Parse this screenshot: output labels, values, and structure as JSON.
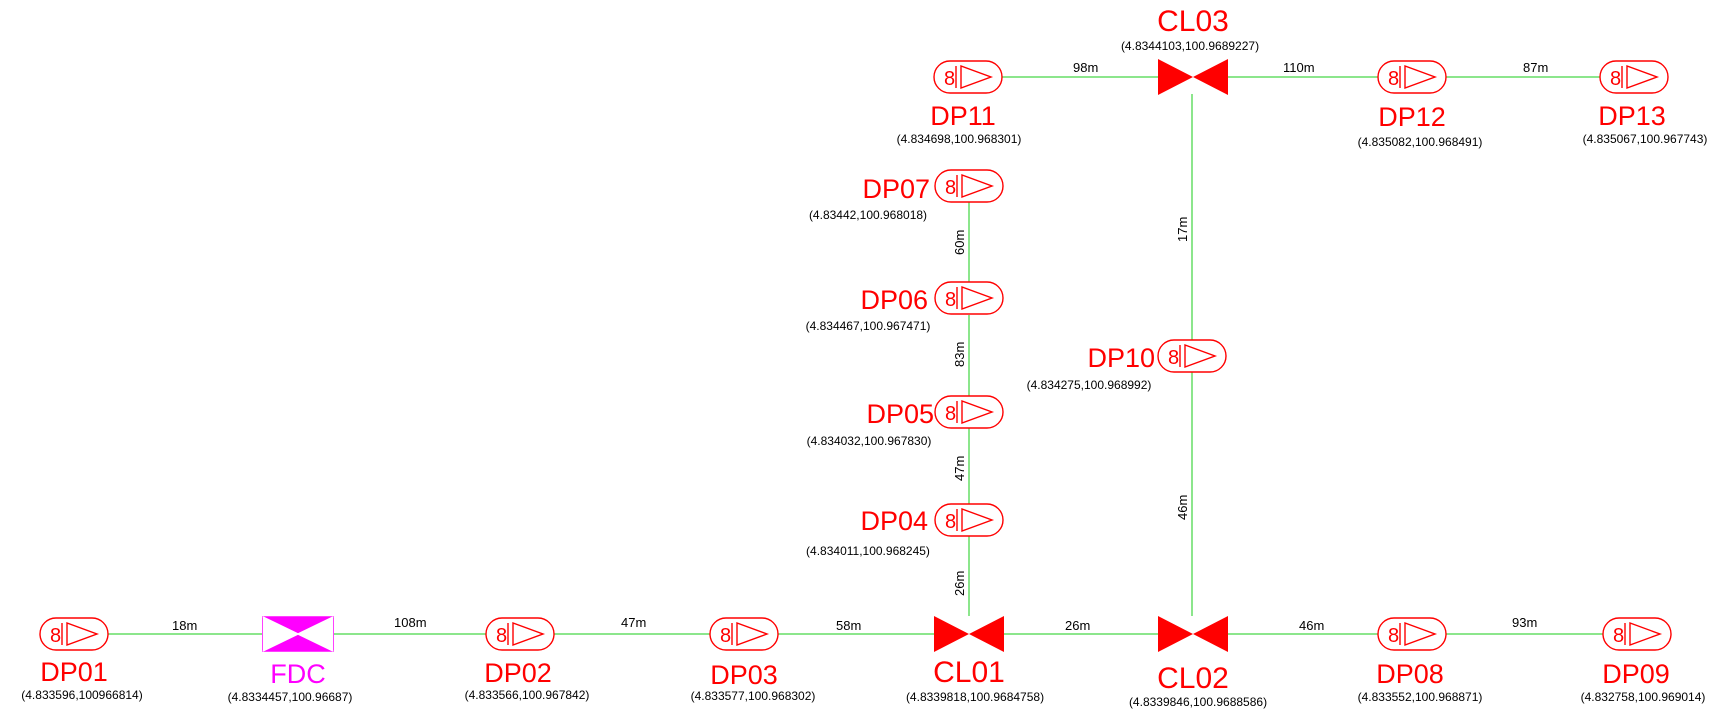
{
  "colors": {
    "line": "#66dd66",
    "device": "#ff0000",
    "fdc": "#ff00ff",
    "text": "#000000"
  },
  "icons": {
    "dp": "distribution-point-icon",
    "cl": "closure-bowtie-icon",
    "fdc": "fdc-bowtie-icon"
  },
  "nodes": {
    "dp01": {
      "label": "DP01",
      "coord": "(4.833596,100966814)",
      "icon_text": "8"
    },
    "fdc": {
      "label": "FDC",
      "coord": "(4.8334457,100.96687)"
    },
    "dp02": {
      "label": "DP02",
      "coord": "(4.833566,100.967842)",
      "icon_text": "8"
    },
    "dp03": {
      "label": "DP03",
      "coord": "(4.833577,100.968302)",
      "icon_text": "8"
    },
    "cl01": {
      "label": "CL01",
      "coord": "(4.8339818,100.9684758)"
    },
    "cl02": {
      "label": "CL02",
      "coord": "(4.8339846,100.9688586)"
    },
    "dp08": {
      "label": "DP08",
      "coord": "(4.833552,100.968871)",
      "icon_text": "8"
    },
    "dp09": {
      "label": "DP09",
      "coord": "(4.832758,100.969014)",
      "icon_text": "8"
    },
    "dp04": {
      "label": "DP04",
      "coord": "(4.834011,100.968245)",
      "icon_text": "8"
    },
    "dp05": {
      "label": "DP05",
      "coord": "(4.834032,100.967830)",
      "icon_text": "8"
    },
    "dp06": {
      "label": "DP06",
      "coord": "(4.834467,100.967471)",
      "icon_text": "8"
    },
    "dp07": {
      "label": "DP07",
      "coord": "(4.83442,100.968018)",
      "icon_text": "8"
    },
    "dp10": {
      "label": "DP10",
      "coord": "(4.834275,100.968992)",
      "icon_text": "8"
    },
    "cl03": {
      "label": "CL03",
      "coord": "(4.8344103,100.9689227)"
    },
    "dp11": {
      "label": "DP11",
      "coord": "(4.834698,100.968301)",
      "icon_text": "8"
    },
    "dp12": {
      "label": "DP12",
      "coord": "(4.835082,100.968491)",
      "icon_text": "8"
    },
    "dp13": {
      "label": "DP13",
      "coord": "(4.835067,100.967743)",
      "icon_text": "8"
    }
  },
  "links": {
    "dp01_fdc": "18m",
    "fdc_dp02": "108m",
    "dp02_dp03": "47m",
    "dp03_cl01": "58m",
    "cl01_cl02": "26m",
    "cl02_dp08": "46m",
    "dp08_dp09": "93m",
    "cl01_dp04": "26m",
    "dp04_dp05": "47m",
    "dp05_dp06": "83m",
    "dp06_dp07": "60m",
    "cl02_dp10": "46m",
    "dp10_cl03": "17m",
    "dp11_cl03": "98m",
    "cl03_dp12": "110m",
    "dp12_dp13": "87m"
  }
}
